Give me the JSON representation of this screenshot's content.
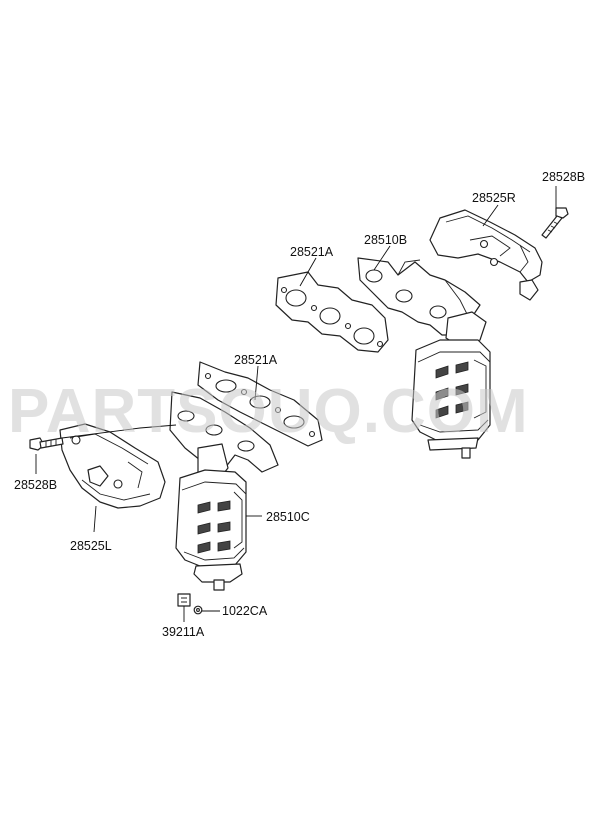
{
  "watermark": "PARTSOUQ.COM",
  "labels": {
    "p28528b_right": "28528B",
    "p28525r": "28525R",
    "p28521a_right": "28521A",
    "p28510b": "28510B",
    "p28521a_left": "28521A",
    "p28528b_left": "28528B",
    "p28525l": "28525L",
    "p28510c": "28510C",
    "p1022ca": "1022CA",
    "p39211a": "39211A"
  }
}
